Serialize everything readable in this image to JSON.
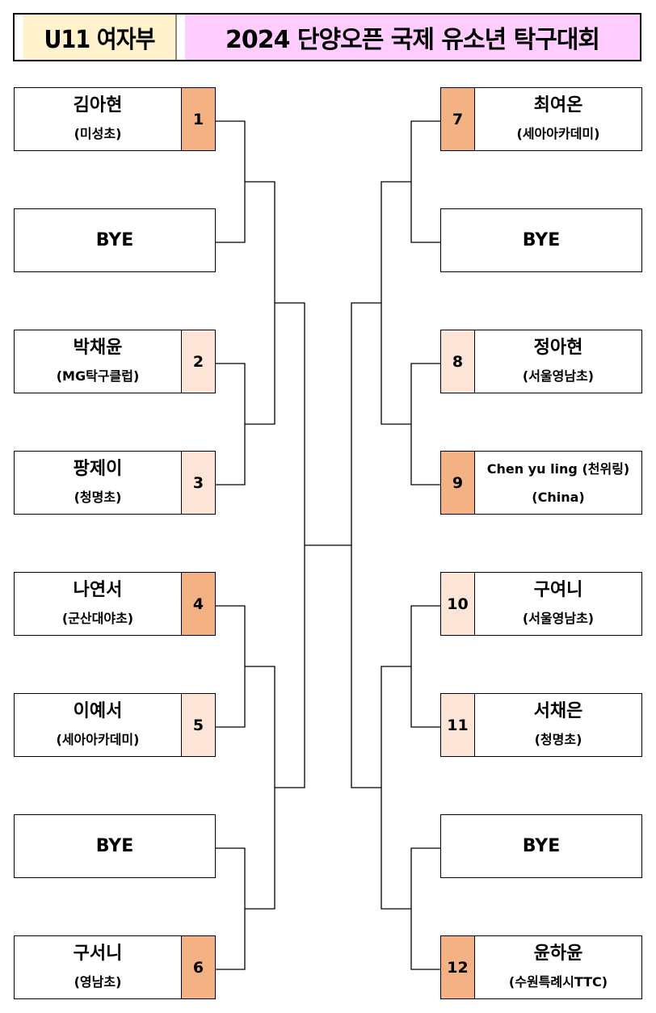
{
  "header": {
    "division": "U11 여자부",
    "title": "2024 단양오픈 국제 유소년 탁구대회"
  },
  "colors": {
    "division_bg": "#fff2cc",
    "title_bg": "#ffccff",
    "seed_dark": "#f4b183",
    "seed_light": "#fce4d6"
  },
  "left_bracket": [
    {
      "slot": 1,
      "name": "김아현",
      "club": "(미성초)",
      "seed": "1",
      "seed_shade": "dark"
    },
    {
      "slot": 2,
      "name": "BYE",
      "club": "",
      "seed": "",
      "seed_shade": ""
    },
    {
      "slot": 3,
      "name": "박채윤",
      "club": "(MG탁구클럽)",
      "seed": "2",
      "seed_shade": "light"
    },
    {
      "slot": 4,
      "name": "팡제이",
      "club": "(청명초)",
      "seed": "3",
      "seed_shade": "light"
    },
    {
      "slot": 5,
      "name": "나연서",
      "club": "(군산대야초)",
      "seed": "4",
      "seed_shade": "dark"
    },
    {
      "slot": 6,
      "name": "이예서",
      "club": "(세아아카데미)",
      "seed": "5",
      "seed_shade": "light"
    },
    {
      "slot": 7,
      "name": "BYE",
      "club": "",
      "seed": "",
      "seed_shade": ""
    },
    {
      "slot": 8,
      "name": "구서니",
      "club": "(영남초)",
      "seed": "6",
      "seed_shade": "dark"
    }
  ],
  "right_bracket": [
    {
      "slot": 1,
      "name": "최여온",
      "club": "(세아아카데미)",
      "seed": "7",
      "seed_shade": "dark"
    },
    {
      "slot": 2,
      "name": "BYE",
      "club": "",
      "seed": "",
      "seed_shade": ""
    },
    {
      "slot": 3,
      "name": "정아현",
      "club": "(서울영남초)",
      "seed": "8",
      "seed_shade": "light"
    },
    {
      "slot": 4,
      "name": "Chen yu ling (천위링)",
      "club": "(China)",
      "seed": "9",
      "seed_shade": "dark"
    },
    {
      "slot": 5,
      "name": "구여니",
      "club": "(서울영남초)",
      "seed": "10",
      "seed_shade": "light"
    },
    {
      "slot": 6,
      "name": "서채은",
      "club": "(청명초)",
      "seed": "11",
      "seed_shade": "light"
    },
    {
      "slot": 7,
      "name": "BYE",
      "club": "",
      "seed": "",
      "seed_shade": ""
    },
    {
      "slot": 8,
      "name": "윤하윤",
      "club": "(수원특례시TTC)",
      "seed": "12",
      "seed_shade": "dark"
    }
  ]
}
